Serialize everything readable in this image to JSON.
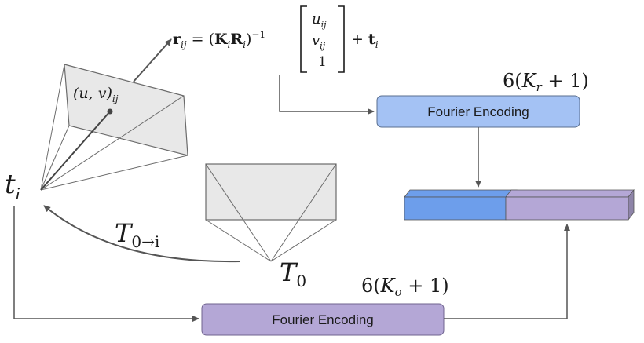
{
  "equation": {
    "lhs": "r",
    "lhs_sub": "ij",
    "eq": " = (",
    "K": "K",
    "K_sub": "i",
    "R": "R",
    "R_sub": "i",
    "close_paren": ")",
    "exponent": "−1",
    "vec_u": "u",
    "vec_u_sub": "ij",
    "vec_v": "v",
    "vec_v_sub": "ij",
    "vec_1": "1",
    "plus": "+",
    "t": "t",
    "t_sub": "i"
  },
  "camera_i": {
    "name": "t",
    "sub": "i"
  },
  "pixel_label": {
    "text": "(u, v)",
    "sub": "ij"
  },
  "camera_0": {
    "name": "T",
    "sub": "0"
  },
  "transform": {
    "name": "T",
    "sub": "0→i"
  },
  "ray_encoding": {
    "label": "Fourier Encoding",
    "dim_prefix": "6(",
    "dim_var": "K",
    "dim_sub": "r",
    "dim_suffix": " + 1)",
    "color": "#a4c2f4"
  },
  "time_encoding": {
    "label": "Fourier Encoding",
    "dim_prefix": "6(",
    "dim_var": "K",
    "dim_sub": "o",
    "dim_suffix": " + 1)",
    "color": "#b4a7d6"
  },
  "concat_bar": {
    "ray_color": "#6d9eeb",
    "time_color": "#b4a7d6"
  }
}
